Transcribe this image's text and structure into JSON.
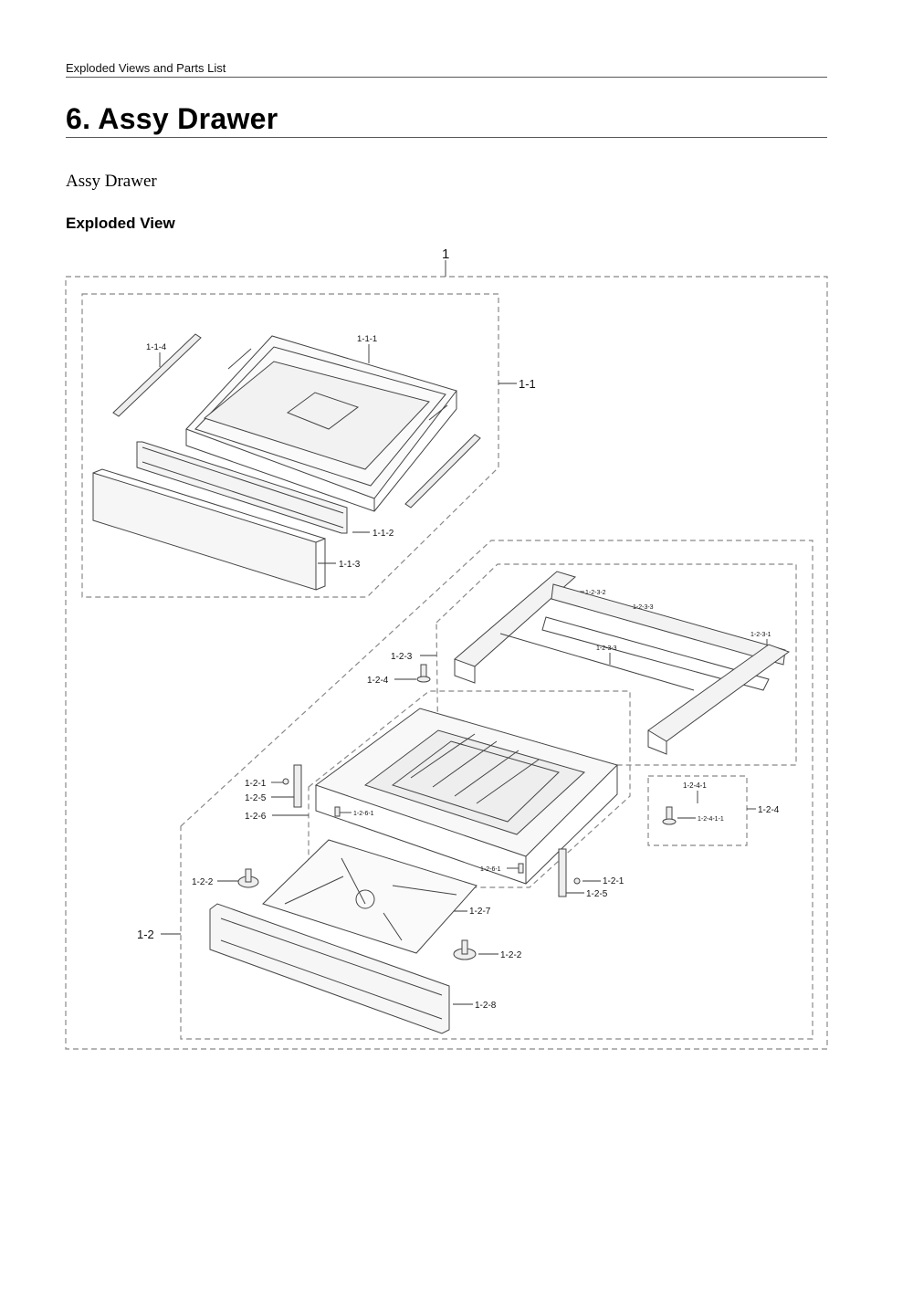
{
  "header": {
    "running_title": "Exploded Views and Parts List"
  },
  "chapter": {
    "title": "6.  Assy Drawer"
  },
  "section": {
    "name": "Assy Drawer",
    "subheading": "Exploded View"
  },
  "diagram": {
    "callouts": {
      "c_1": "1",
      "c_1_1": "1-1",
      "c_1_1_1": "1-1-1",
      "c_1_1_2": "1-1-2",
      "c_1_1_3": "1-1-3",
      "c_1_1_4": "1-1-4",
      "c_1_2": "1-2",
      "c_1_2_1a": "1-2-1",
      "c_1_2_1b": "1-2-1",
      "c_1_2_2a": "1-2-2",
      "c_1_2_2b": "1-2-2",
      "c_1_2_3": "1-2-3",
      "c_1_2_3_1": "1-2-3-1",
      "c_1_2_3_2": "1-2-3-2",
      "c_1_2_3_3a": "1-2-3-3",
      "c_1_2_3_3b": "1-2-3-3",
      "c_1_2_4a": "1-2-4",
      "c_1_2_4b": "1-2-4",
      "c_1_2_4_1": "1-2-4-1",
      "c_1_2_4_1_1": "1-2-4-1-1",
      "c_1_2_5a": "1-2-5",
      "c_1_2_5b": "1-2-5",
      "c_1_2_6": "1-2-6",
      "c_1_2_6_1a": "1-2-6-1",
      "c_1_2_6_1b": "1-2-6-1",
      "c_1_2_7": "1-2-7",
      "c_1_2_8": "1-2-8"
    }
  }
}
